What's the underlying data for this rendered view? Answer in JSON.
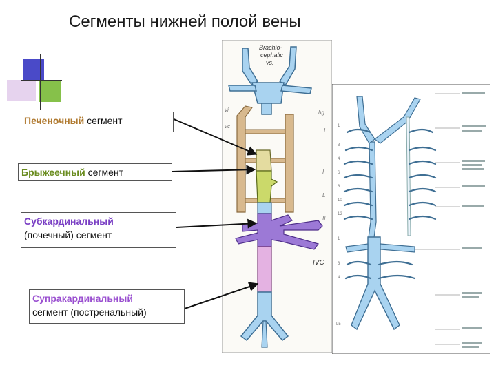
{
  "title": "Сегменты нижней полой вены",
  "labels": {
    "hepatic": {
      "strong": "Печеночный",
      "rest": " сегмент"
    },
    "mesenteric": {
      "strong": "Брыжеечный",
      "rest": " сегмент"
    },
    "subcardinal": {
      "strong": "Субкардинальный",
      "rest": "(почечный) сегмент"
    },
    "supracardinal": {
      "strong": "Супракардинальный",
      "rest": "сегмент (постренальный)"
    }
  },
  "figure_left": {
    "brachiocephalic": "Brachio-\ncephalic\nvs.",
    "ivc": "IVC"
  },
  "colors": {
    "vein_blue": "#a9d3f0",
    "vein_outline": "#3f6f94",
    "hepatic_tan": "#d8b98e",
    "mesenteric_green": "#cbd96a",
    "subcardinal_purple": "#9c79d6",
    "supracardinal_pink": "#e4b2e2",
    "deco_blue": "#4a4ac8",
    "deco_green": "#7fbf3f",
    "deco_lilac": "#d8b8e8"
  }
}
